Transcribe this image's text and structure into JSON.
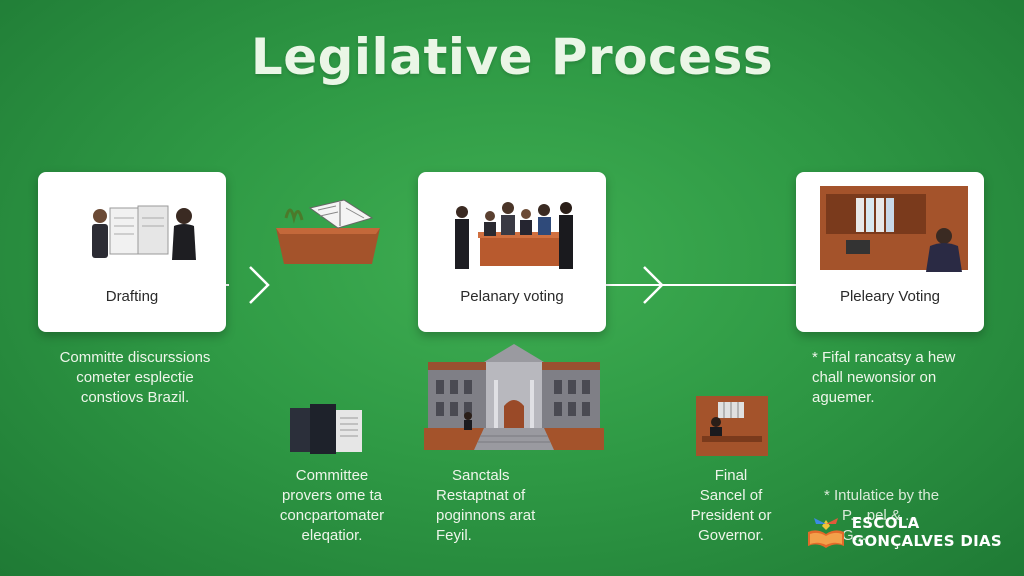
{
  "title": "Legilative Process",
  "cards": [
    {
      "label": "Drafting",
      "icon": "drafting-meeting-icon"
    },
    {
      "label": "Pelanary voting",
      "icon": "voting-session-icon"
    },
    {
      "label": "Pleleary Voting",
      "icon": "office-archive-icon"
    }
  ],
  "notes": {
    "committee_discussions": [
      "Committe discurssions",
      "cometer esplectie",
      "constiovs Brazil."
    ],
    "final_rancatsy": [
      "* Fifal rancatsy a hew",
      "chall newonsior on",
      "aguemer."
    ],
    "committee_provers": [
      "Committee",
      "provers ome ta",
      "concpartomater",
      "eleqatior."
    ],
    "sanctials": [
      "Sanctals",
      "Restaptnat of",
      "poginnons arat",
      "Feyil."
    ],
    "final_sancel": [
      "Final",
      "Sancel of",
      "President or",
      "Governor."
    ],
    "intulatice": [
      "* Intulatice by the",
      "P... pel & ...",
      "G..."
    ]
  },
  "logo": {
    "line1": "ESCOLA",
    "line2": "GONÇALVES DIAS"
  },
  "colors": {
    "background": "#2f9a45",
    "card": "#ffffff",
    "wood": "#a0522d"
  }
}
